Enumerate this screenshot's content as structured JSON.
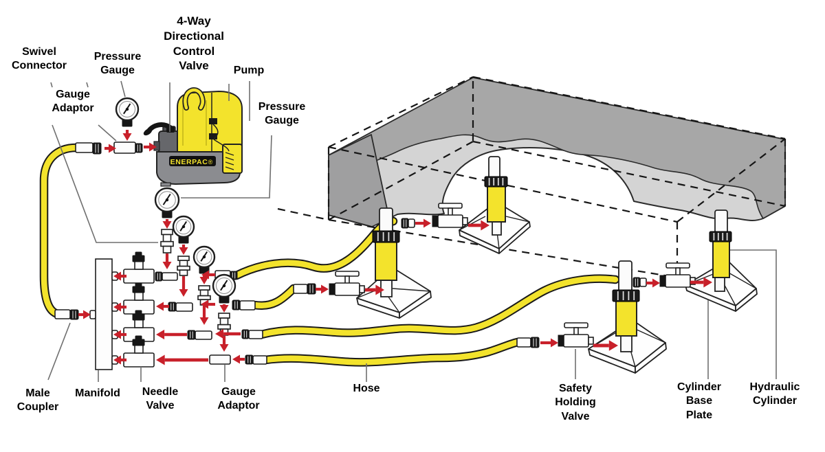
{
  "diagram": {
    "subject": "Enerpac hydraulic lifting system schematic",
    "labels": {
      "swivel_connector": "Swivel\nConnector",
      "pressure_gauge_left": "Pressure\nGauge",
      "gauge_adaptor_top": "Gauge\nAdaptor",
      "four_way_valve": "4-Way\nDirectional\nControl\nValve",
      "pump": "Pump",
      "pressure_gauge_right": "Pressure\nGauge",
      "male_coupler": "Male\nCoupler",
      "manifold": "Manifold",
      "needle_valve": "Needle\nValve",
      "gauge_adaptor_bottom": "Gauge\nAdaptor",
      "hose": "Hose",
      "safety_holding_valve": "Safety\nHolding\nValve",
      "cylinder_base_plate": "Cylinder\nBase\nPlate",
      "hydraulic_cylinder": "Hydraulic\nCylinder"
    },
    "pump": {
      "brand": "ENERPAC",
      "registered_mark": "®"
    },
    "colors": {
      "brand_yellow": "#F3E32C",
      "arrow_red": "#C8202A",
      "slab_light": "#D4D4D4",
      "slab_dark": "#A7A7A7",
      "pump_gray": "#8B8C90"
    }
  }
}
